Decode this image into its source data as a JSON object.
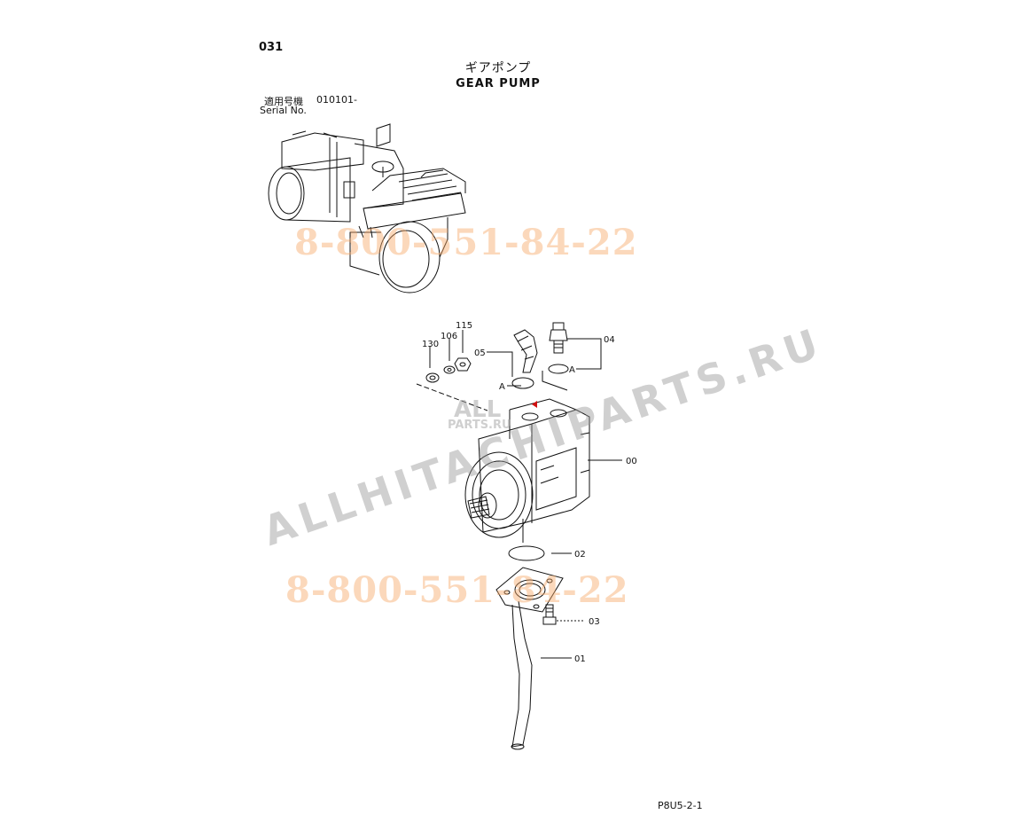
{
  "header": {
    "page_number": "031",
    "title_jp": "ギアポンプ",
    "title_en": "GEAR PUMP",
    "serial_label_jp": "適用号機",
    "serial_value": "010101-",
    "serial_label_en": "Serial No."
  },
  "callouts": {
    "c130": "130",
    "c106": "106",
    "c115": "115",
    "c05": "05",
    "c04": "04",
    "cA1": "A",
    "cA2": "A",
    "c00": "00",
    "c02": "02",
    "c03": "03",
    "c01": "01"
  },
  "watermarks": {
    "phone": "8-800-551-84-22",
    "site": "ALLHITACHIPARTS.RU",
    "logo_top": "ALL",
    "logo_bottom": "PARTS.RU"
  },
  "footer": {
    "code": "P8U5-2-1"
  },
  "colors": {
    "line": "#111111",
    "phone_watermark": "#f7a869",
    "site_watermark": "#969696"
  }
}
